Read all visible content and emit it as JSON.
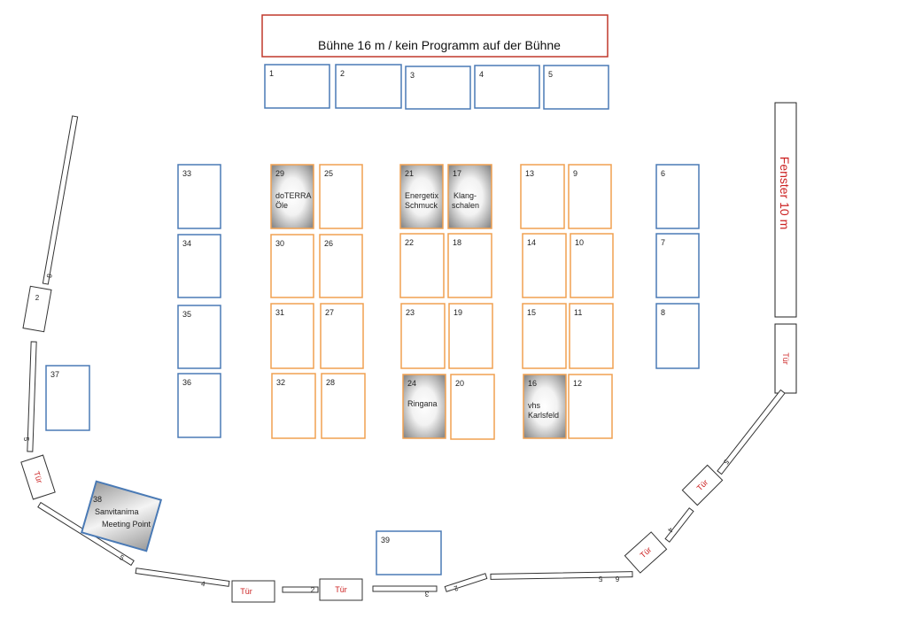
{
  "colors": {
    "blue": "#4a7ab5",
    "orange": "#f0a050",
    "red": "#c0392b",
    "occupied_edge": "#888888"
  },
  "stage": {
    "label": "Bühne 16 m / kein Programm auf der Bühne"
  },
  "window": {
    "label": "Fenster 10 m"
  },
  "door_label": "Tür",
  "stands": [
    {
      "number": "1",
      "kind": "blue"
    },
    {
      "number": "2",
      "kind": "blue"
    },
    {
      "number": "3",
      "kind": "blue"
    },
    {
      "number": "4",
      "kind": "blue"
    },
    {
      "number": "5",
      "kind": "blue"
    },
    {
      "number": "6",
      "kind": "blue"
    },
    {
      "number": "7",
      "kind": "blue"
    },
    {
      "number": "8",
      "kind": "blue"
    },
    {
      "number": "9",
      "kind": "orange"
    },
    {
      "number": "10",
      "kind": "orange"
    },
    {
      "number": "11",
      "kind": "orange"
    },
    {
      "number": "12",
      "kind": "orange"
    },
    {
      "number": "13",
      "kind": "orange"
    },
    {
      "number": "14",
      "kind": "orange"
    },
    {
      "number": "15",
      "kind": "orange"
    },
    {
      "number": "16",
      "kind": "occupied",
      "lines": [
        "vhs",
        "Karlsfeld"
      ]
    },
    {
      "number": "17",
      "kind": "occupied",
      "lines": [
        "Klang-",
        "schalen"
      ]
    },
    {
      "number": "18",
      "kind": "orange"
    },
    {
      "number": "19",
      "kind": "orange"
    },
    {
      "number": "20",
      "kind": "orange"
    },
    {
      "number": "21",
      "kind": "occupied",
      "lines": [
        "Energetix",
        "Schmuck"
      ]
    },
    {
      "number": "22",
      "kind": "orange"
    },
    {
      "number": "23",
      "kind": "orange"
    },
    {
      "number": "24",
      "kind": "occupied",
      "lines": [
        "Ringana"
      ]
    },
    {
      "number": "25",
      "kind": "orange"
    },
    {
      "number": "26",
      "kind": "orange"
    },
    {
      "number": "27",
      "kind": "orange"
    },
    {
      "number": "28",
      "kind": "orange"
    },
    {
      "number": "29",
      "kind": "occupied",
      "lines": [
        "doTERRA",
        "Öle"
      ]
    },
    {
      "number": "30",
      "kind": "orange"
    },
    {
      "number": "31",
      "kind": "orange"
    },
    {
      "number": "32",
      "kind": "orange"
    },
    {
      "number": "33",
      "kind": "blue"
    },
    {
      "number": "34",
      "kind": "blue"
    },
    {
      "number": "35",
      "kind": "blue"
    },
    {
      "number": "36",
      "kind": "blue"
    },
    {
      "number": "37",
      "kind": "blue"
    },
    {
      "number": "38",
      "kind": "meeting",
      "lines": [
        "Sanvitanima",
        "Meeting Point"
      ]
    },
    {
      "number": "39",
      "kind": "blue"
    }
  ],
  "wall_labels": [
    "8",
    "2",
    "5",
    "5",
    "4",
    "2",
    "3",
    "2",
    "6",
    "5",
    "4",
    "5"
  ]
}
